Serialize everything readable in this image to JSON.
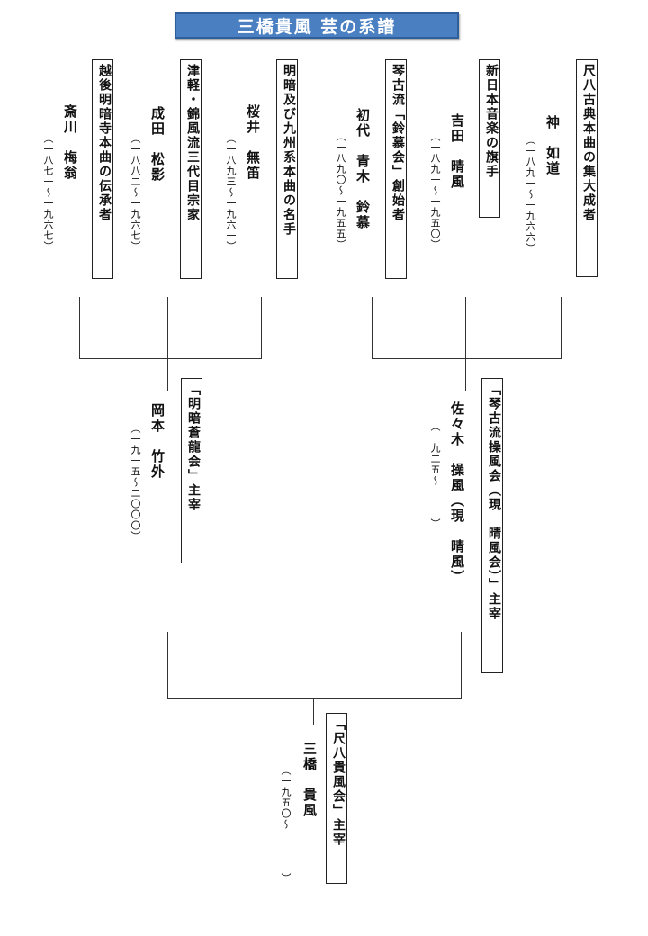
{
  "title": "三橋貴風 芸の系譜",
  "teachers": [
    {
      "role": "尺八古典本曲の集大成者",
      "name": "神　如道",
      "years": "（一八九一～一九六六）"
    },
    {
      "role": "新日本音楽の旗手",
      "name": "吉田　晴風",
      "years": "（一八九一～一九五〇）"
    },
    {
      "role": "琴古流「鈴慕会」創始者",
      "name": "初代　青木　鈴慕",
      "years": "（一八九〇～一九五五）"
    },
    {
      "role": "明暗及び九州系本曲の名手",
      "name": "桜井　無笛",
      "years": "（一八九三～一九六一）"
    },
    {
      "role": "津軽・錦風流三代目宗家",
      "name": "成田　松影",
      "years": "（一八八二～一九六七）"
    },
    {
      "role": "越後明暗寺本曲の伝承者",
      "name": "斎川　梅翁",
      "years": "（一八七一～一九六七）"
    }
  ],
  "middle": [
    {
      "role": "「琴古流操風会（現　晴風会）」主宰",
      "name": "佐々木　操風（現　晴風）",
      "years": "（一九二五～　　　）"
    },
    {
      "role": "「明暗蒼龍会」主宰",
      "name": "岡本　竹外",
      "years": "（一九一五～二〇〇〇）"
    }
  ],
  "final": {
    "role": "「尺八貴風会」主宰",
    "name": "三橋　貴風",
    "years": "（一九五〇～　　　　）"
  }
}
